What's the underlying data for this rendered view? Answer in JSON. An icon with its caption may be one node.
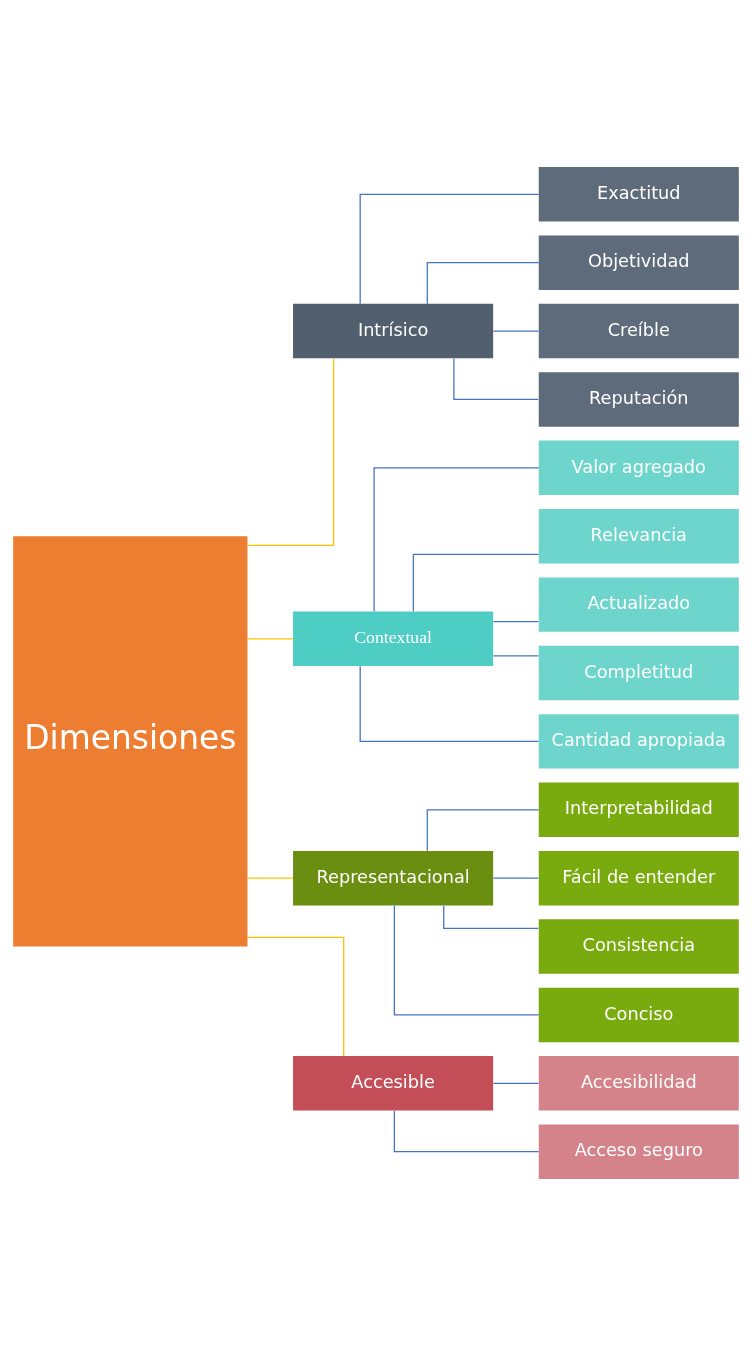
{
  "diagram": {
    "nodes": [
      {
        "text": [
          "Dimensiones"
        ]
      },
      {
        "text": [
          "Intrísico"
        ]
      },
      {
        "text": [
          "Exactitud"
        ]
      },
      {
        "text": [
          "Objetividad"
        ]
      },
      {
        "text": [
          "Creíble"
        ]
      },
      {
        "text": [
          "Reputación"
        ]
      },
      {
        "text": [
          "Contextual"
        ]
      },
      {
        "text": [
          "Valor agregado"
        ]
      },
      {
        "text": [
          "Relevancia"
        ]
      },
      {
        "text": [
          "Actualizado"
        ]
      },
      {
        "text": [
          "Completitud"
        ]
      },
      {
        "text": [
          "Cantidad apropiada"
        ]
      },
      {
        "text": [
          "Representacional"
        ]
      },
      {
        "text": [
          "Interpretabilidad"
        ]
      },
      {
        "text": [
          "Fácil de entender"
        ]
      },
      {
        "text": [
          "Consistencia"
        ]
      },
      {
        "text": [
          "Conciso"
        ]
      },
      {
        "text": [
          "Accesible"
        ]
      },
      {
        "text": [
          "Accesibilidad"
        ]
      },
      {
        "text": [
          "Acceso seguro"
        ]
      }
    ],
    "edges": [
      {
        "from": 0,
        "to": 1,
        "arrow": "none",
        "color": "#ffc000"
      },
      {
        "from": 0,
        "to": 6,
        "arrow": "none",
        "color": "#ffc000"
      },
      {
        "from": 0,
        "to": 12,
        "arrow": "none",
        "color": "#ffc000"
      },
      {
        "from": 0,
        "to": 17,
        "arrow": "none",
        "color": "#ffc000"
      },
      {
        "from": 1,
        "to": 2,
        "arrow": "none"
      },
      {
        "from": 1,
        "to": 3,
        "arrow": "none"
      },
      {
        "from": 1,
        "to": 4,
        "arrow": "none"
      },
      {
        "from": 1,
        "to": 5,
        "arrow": "none"
      },
      {
        "from": 6,
        "to": 7,
        "arrow": "none"
      },
      {
        "from": 6,
        "to": 8,
        "arrow": "none"
      },
      {
        "from": 6,
        "to": 9,
        "arrow": "none"
      },
      {
        "from": 6,
        "to": 10,
        "arrow": "none"
      },
      {
        "from": 6,
        "to": 11,
        "arrow": "none"
      },
      {
        "from": 12,
        "to": 13,
        "arrow": "none"
      },
      {
        "from": 12,
        "to": 14,
        "arrow": "none"
      },
      {
        "from": 12,
        "to": 15,
        "arrow": "none"
      },
      {
        "from": 12,
        "to": 16,
        "arrow": "none"
      },
      {
        "from": 17,
        "to": 18,
        "arrow": "none"
      },
      {
        "from": 17,
        "to": 19,
        "arrow": "none"
      }
    ]
  }
}
